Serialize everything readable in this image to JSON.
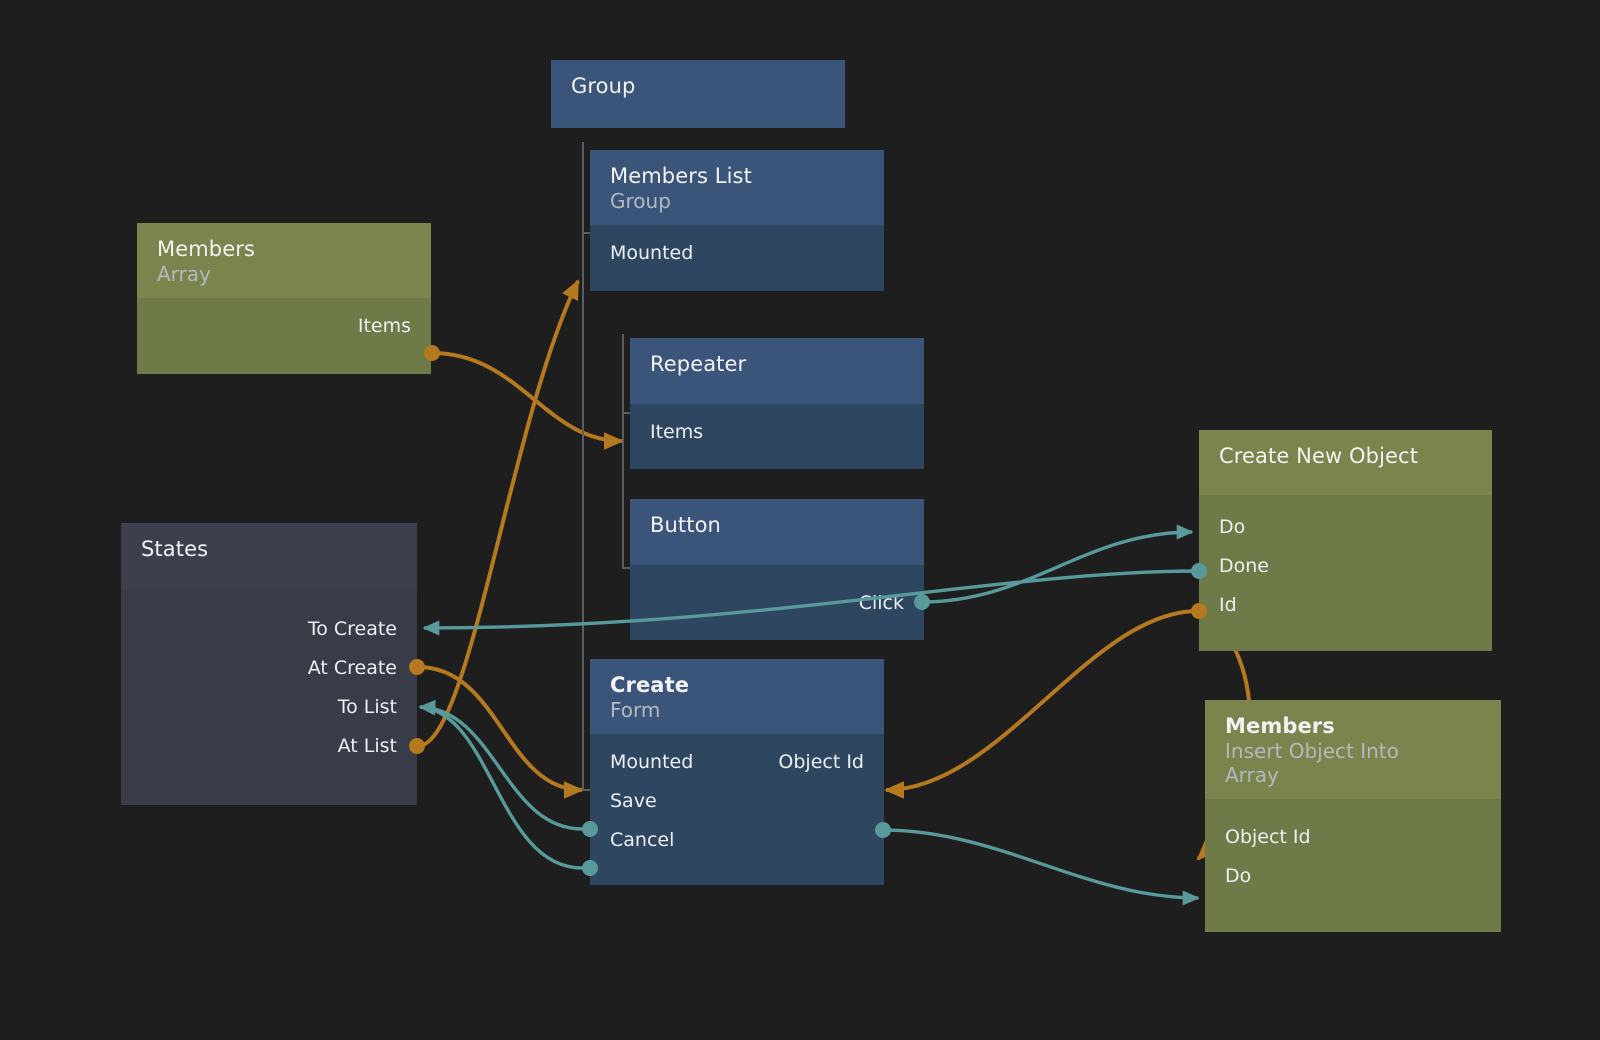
{
  "diagram": {
    "title": "Noodl node graph",
    "background_color": "#1e1e1e",
    "wire_colors": {
      "signal": "#589a9b",
      "data": "#b5791f"
    },
    "node_colors": {
      "component_header": "#3a5579",
      "component_body": "#2e4660",
      "data_header": "#79854d",
      "data_body": "#6e7b48",
      "states_header": "#3c3f4d",
      "states_body": "#383b48"
    }
  },
  "nodes": {
    "group": {
      "title": "Group",
      "subtitle": "",
      "ports": []
    },
    "members_list": {
      "title": "Members List",
      "subtitle": "Group",
      "ports": [
        {
          "label": "Mounted",
          "side": "in",
          "kind": "signal"
        }
      ]
    },
    "repeater": {
      "title": "Repeater",
      "subtitle": "",
      "ports": [
        {
          "label": "Items",
          "side": "in",
          "kind": "data"
        }
      ]
    },
    "button": {
      "title": "Button",
      "subtitle": "",
      "ports": [
        {
          "label": "Click",
          "side": "out",
          "kind": "signal"
        }
      ]
    },
    "create_form": {
      "title": "Create",
      "subtitle": "Form",
      "ports": [
        {
          "label": "Mounted",
          "side": "in",
          "kind": "signal"
        },
        {
          "label": "Object Id",
          "side": "in-right",
          "kind": "data"
        },
        {
          "label": "Save",
          "side": "in",
          "kind": "signal"
        },
        {
          "label": "Cancel",
          "side": "in",
          "kind": "signal"
        },
        {
          "label": "",
          "side": "out",
          "kind": "signal"
        }
      ]
    },
    "members_array": {
      "title": "Members",
      "subtitle": "Array",
      "ports": [
        {
          "label": "Items",
          "side": "out",
          "kind": "data"
        }
      ]
    },
    "states": {
      "title": "States",
      "subtitle": "",
      "ports": [
        {
          "label": "To Create",
          "side": "in",
          "kind": "signal"
        },
        {
          "label": "At Create",
          "side": "out",
          "kind": "signal"
        },
        {
          "label": "To List",
          "side": "in",
          "kind": "signal"
        },
        {
          "label": "At List",
          "side": "out",
          "kind": "signal"
        }
      ]
    },
    "create_new_object": {
      "title": "Create New Object",
      "subtitle": "",
      "ports": [
        {
          "label": "Do",
          "side": "in",
          "kind": "signal"
        },
        {
          "label": "Done",
          "side": "out",
          "kind": "signal"
        },
        {
          "label": "Id",
          "side": "out",
          "kind": "data"
        }
      ]
    },
    "members_insert": {
      "title": "Members",
      "subtitle": "Insert Object Into Array",
      "ports": [
        {
          "label": "Object Id",
          "side": "in",
          "kind": "data"
        },
        {
          "label": "Do",
          "side": "in",
          "kind": "signal"
        }
      ]
    }
  },
  "connections": [
    {
      "from": "members_array.Items",
      "to": "repeater.Items",
      "kind": "data"
    },
    {
      "from": "states.At List",
      "to": "members_list.Mounted",
      "kind": "signal"
    },
    {
      "from": "states.At Create",
      "to": "create_form.Mounted",
      "kind": "signal"
    },
    {
      "from": "button.Click",
      "to": "create_new_object.Do",
      "kind": "signal"
    },
    {
      "from": "create_new_object.Done",
      "to": "states.To Create",
      "kind": "signal"
    },
    {
      "from": "create_new_object.Id",
      "to": "create_form.Object Id",
      "kind": "data"
    },
    {
      "from": "create_new_object.Id",
      "to": "members_insert.Object Id",
      "kind": "data"
    },
    {
      "from": "create_form.out",
      "to": "members_insert.Do",
      "kind": "signal"
    },
    {
      "from": "create_form.Save",
      "to": "states.To List",
      "kind": "signal"
    },
    {
      "from": "create_form.Cancel",
      "to": "states.To List",
      "kind": "signal"
    }
  ]
}
